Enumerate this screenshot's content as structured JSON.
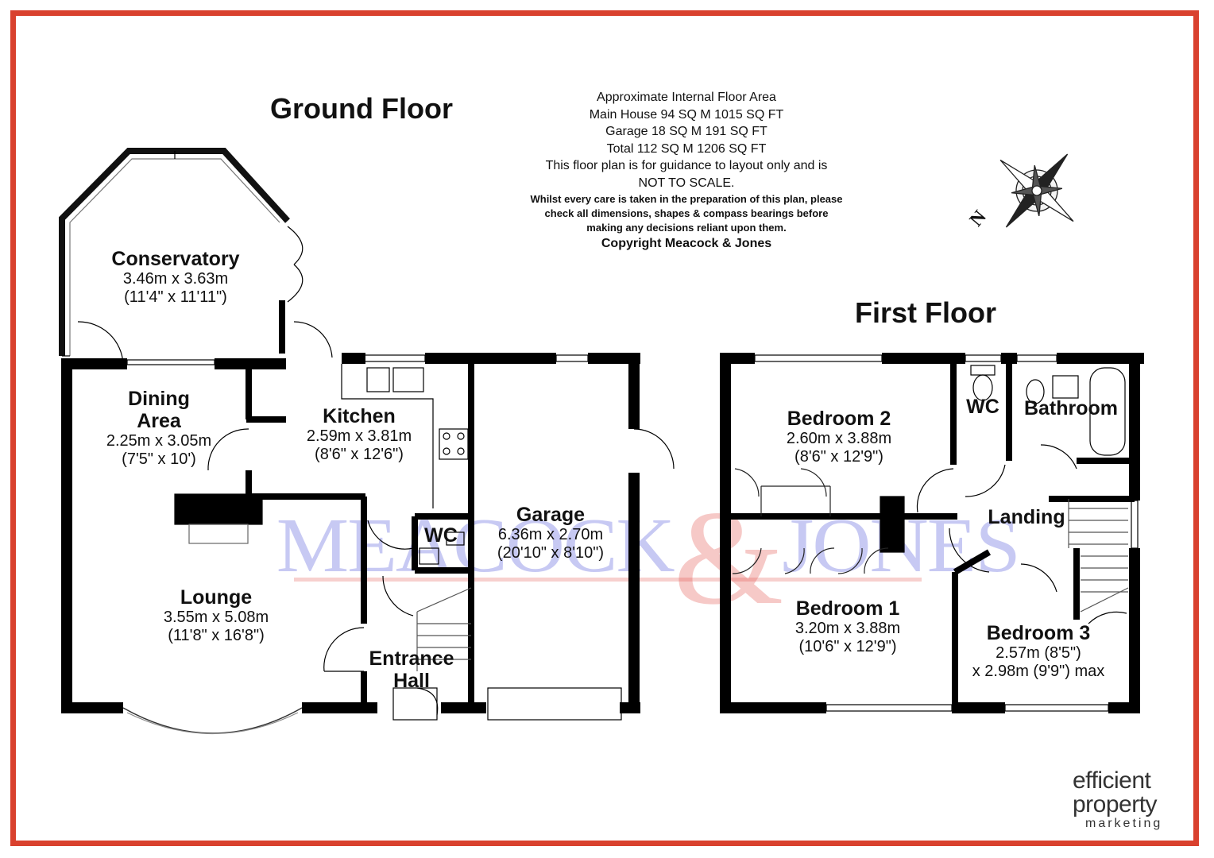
{
  "ground_floor_title": "Ground Floor",
  "first_floor_title": "First Floor",
  "info": {
    "line1": "Approximate Internal Floor Area",
    "line2": "Main House 94 SQ M 1015 SQ FT",
    "line3": "Garage 18 SQ M 191 SQ FT",
    "line4": "Total 112 SQ M 1206 SQ FT",
    "line5": "This floor plan is for guidance to layout only and is",
    "line6": "NOT TO SCALE.",
    "disclaimer1": "Whilst every care is taken in the preparation of this plan, please",
    "disclaimer2": "check all dimensions, shapes & compass bearings before",
    "disclaimer3": "making any decisions reliant upon them.",
    "copyright": "Copyright Meacock & Jones"
  },
  "compass": {
    "north_label": "N"
  },
  "watermark": {
    "left": "MEACOCK",
    "amp": "&",
    "right": "JONES"
  },
  "rooms": {
    "conservatory": {
      "name": "Conservatory",
      "metric": "3.46m x 3.63m",
      "imperial": "(11'4\" x 11'11\")"
    },
    "dining": {
      "name1": "Dining",
      "name2": "Area",
      "metric": "2.25m x 3.05m",
      "imperial": "(7'5\" x 10')"
    },
    "kitchen": {
      "name": "Kitchen",
      "metric": "2.59m x 3.81m",
      "imperial": "(8'6\" x 12'6\")"
    },
    "garage": {
      "name": "Garage",
      "metric": "6.36m x 2.70m",
      "imperial": "(20'10\" x 8'10\")"
    },
    "wc_ground": {
      "name": "WC"
    },
    "lounge": {
      "name": "Lounge",
      "metric": "3.55m x 5.08m",
      "imperial": "(11'8\" x 16'8\")"
    },
    "entrance": {
      "name1": "Entrance",
      "name2": "Hall"
    },
    "bedroom2": {
      "name": "Bedroom 2",
      "metric": "2.60m x 3.88m",
      "imperial": "(8'6\" x 12'9\")"
    },
    "wc_first": {
      "name": "WC"
    },
    "bathroom": {
      "name": "Bathroom"
    },
    "landing": {
      "name": "Landing"
    },
    "bedroom1": {
      "name": "Bedroom 1",
      "metric": "3.20m x 3.88m",
      "imperial": "(10'6\" x 12'9\")"
    },
    "bedroom3": {
      "name": "Bedroom 3",
      "line1": "2.57m (8'5\")",
      "line2": "x 2.98m (9'9\") max"
    }
  },
  "logo": {
    "line1": "efficient",
    "line2": "property",
    "line3": "marketing"
  },
  "colors": {
    "border": "#d9412e",
    "wall": "#000000",
    "watermark_blue": "#3a3fd6",
    "watermark_red": "#e0423a"
  }
}
